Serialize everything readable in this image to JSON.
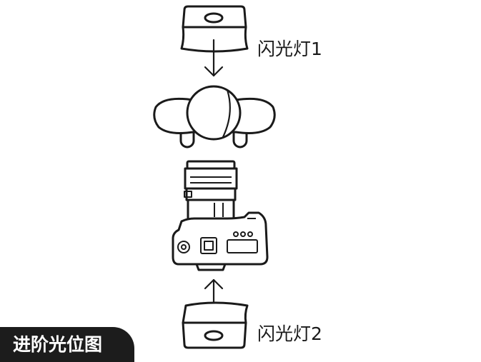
{
  "labels": {
    "flash_1": "闪光灯1",
    "flash_2": "闪光灯2"
  },
  "title_badge": {
    "text": "进阶光位图"
  },
  "colors": {
    "line": "#1a1a1a",
    "badge_background": "#1c1c1c",
    "badge_text": "#ffffff",
    "background": "#ffffff"
  }
}
